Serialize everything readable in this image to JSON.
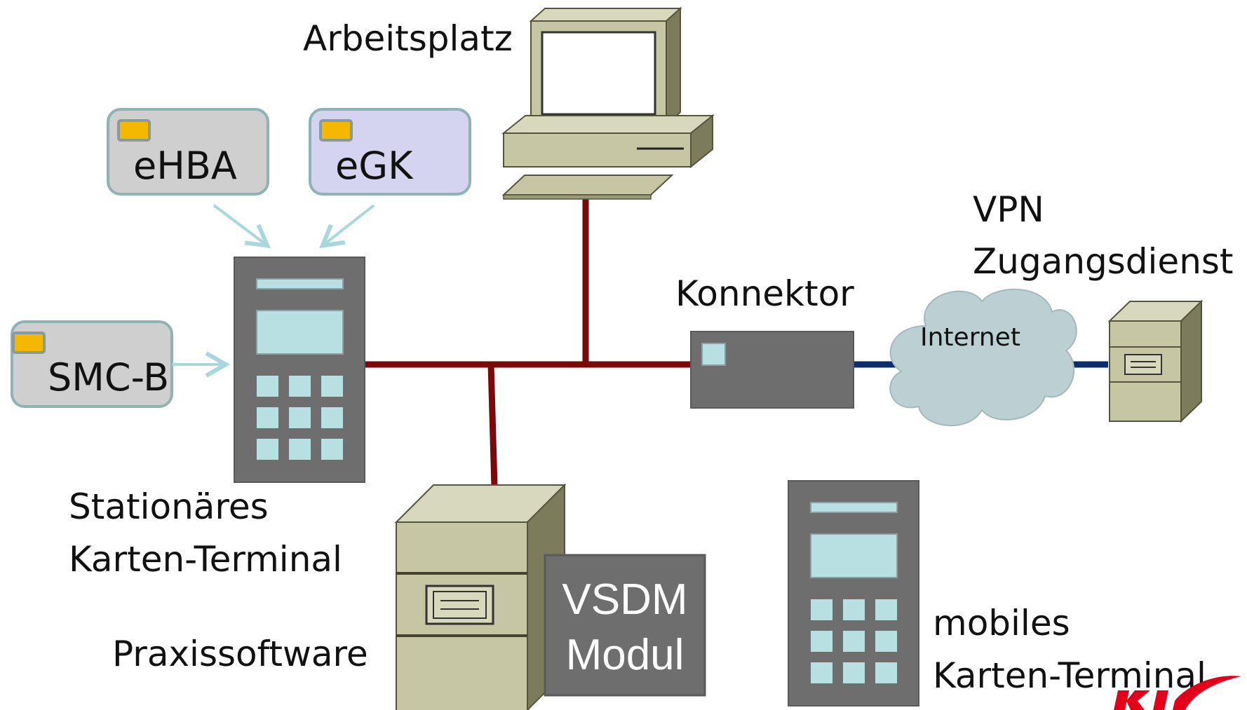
{
  "labels": {
    "workstation": "Arbeitsplatz",
    "ehba": "eHBA",
    "egk": "eGK",
    "smcb": "SMC-B",
    "stationary_terminal_line1": "Stationäres",
    "stationary_terminal_line2": "Karten-Terminal",
    "connector": "Konnektor",
    "vpn_line1": "VPN",
    "vpn_line2": "Zugangsdienst",
    "internet": "Internet",
    "practice_software": "Praxissoftware",
    "vsdm_line1": "VSDM",
    "vsdm_line2": "Modul",
    "mobile_terminal_line1": "mobiles",
    "mobile_terminal_line2": "Karten-Terminal"
  },
  "colors": {
    "lan_line": "#7a0a0a",
    "vpn_line": "#0c2d6b",
    "arrow": "#a9d8dc",
    "device_dark": "#6e6e6e",
    "key": "#b8dfe2",
    "card_grey": "#cfcfcf",
    "card_lavender": "#d4d4f0",
    "card_chip": "#f5b800",
    "beige": "#c6c6a4",
    "cloud": "#bcd0d3",
    "logo_red": "#e3001b"
  },
  "icons": {
    "workstation": "desktop-computer-icon",
    "server": "server-tower-icon",
    "cloud": "cloud-icon",
    "terminal": "card-terminal-icon",
    "card": "smart-card-icon"
  }
}
